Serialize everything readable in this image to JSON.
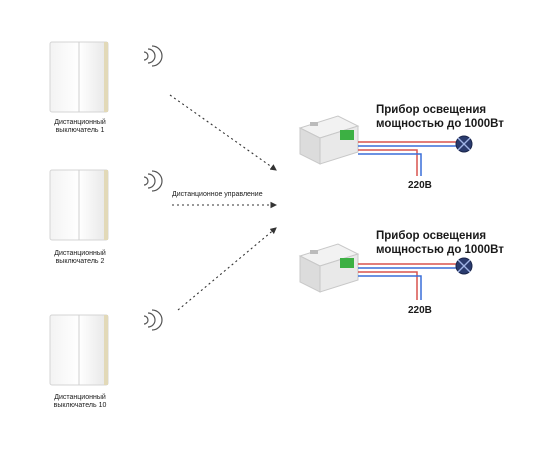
{
  "switches": [
    {
      "label_line1": "Дистанционный",
      "label_line2": "выключатель 1"
    },
    {
      "label_line1": "Дистанционный",
      "label_line2": "выключатель 2"
    },
    {
      "label_line1": "Дистанционный",
      "label_line2": "выключатель 10"
    }
  ],
  "control_label": "Дистанционное управление",
  "loads": [
    {
      "title_line1": "Прибор освещения",
      "title_line2": "мощностью до 1000Вт",
      "voltage": "220В"
    },
    {
      "title_line1": "Прибор освещения",
      "title_line2": "мощностью до 1000Вт",
      "voltage": "220В"
    }
  ],
  "colors": {
    "wire_red": "#d9534f",
    "wire_blue": "#3a6fd8",
    "lamp": "#2a3b6e",
    "relay_green": "#3cb043"
  },
  "icons": [
    "wireless-signal-icon",
    "lamp-icon",
    "relay-module-icon"
  ]
}
